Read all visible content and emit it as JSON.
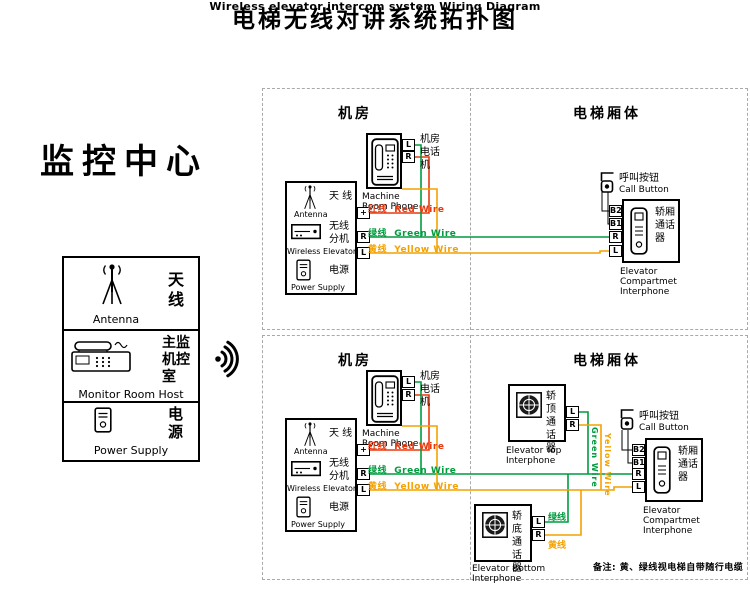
{
  "title": {
    "zh": "电梯无线对讲系统拓扑图",
    "en": "Wireless elevator intercom system Wiring Diagram"
  },
  "monitor": {
    "heading": "监控中心",
    "antenna_zh": "天\n线",
    "antenna_en": "Antenna",
    "host_zh": "主监\n机控\n室",
    "host_en": "Monitor Room Host",
    "power_zh": "电\n源",
    "power_en": "Power Supply"
  },
  "sections": {
    "machine_room": "机房",
    "elevator_body": "电梯厢体"
  },
  "devices": {
    "machine_phone_zh": "机房\n电话\n机",
    "machine_phone_en": "Machine\nRoom Phone",
    "antenna_zh": "天 线",
    "antenna_en": "Antenna",
    "wireless_zh": "无线\n分机",
    "wireless_en": "Wireless Elevator",
    "power_zh": "电源",
    "power_en": "Power Supply",
    "call_zh": "呼叫按钮",
    "call_en": "Call Button",
    "compartment_zh": "轿厢\n通话\n器",
    "compartment_en": "Elevator\nCompartmet\nInterphone",
    "top_zh": "轿顶\n通话\n器",
    "top_en": "Elevator Top\nInterphone",
    "bottom_zh": "轿底\n通话\n器",
    "bottom_en": "Elevator Bottom\nInterphone"
  },
  "terminals": {
    "l": "L",
    "r": "R",
    "plus": "+",
    "b1": "B1",
    "b2": "B2"
  },
  "wires": {
    "red_label": "红线  Red Wire",
    "green_label": "绿线  Green Wire",
    "yellow_label": "黄线  Yellow Wire",
    "green_vertical": "Green Wire",
    "yellow_vertical": "Yellow Wire",
    "green_short": "绿线",
    "yellow_short": "黄线",
    "red_color": "#e8380d",
    "green_color": "#009c3f",
    "yellow_color": "#f3a200"
  },
  "note": "备注: 黄、绿线视电梯自带随行电缆"
}
